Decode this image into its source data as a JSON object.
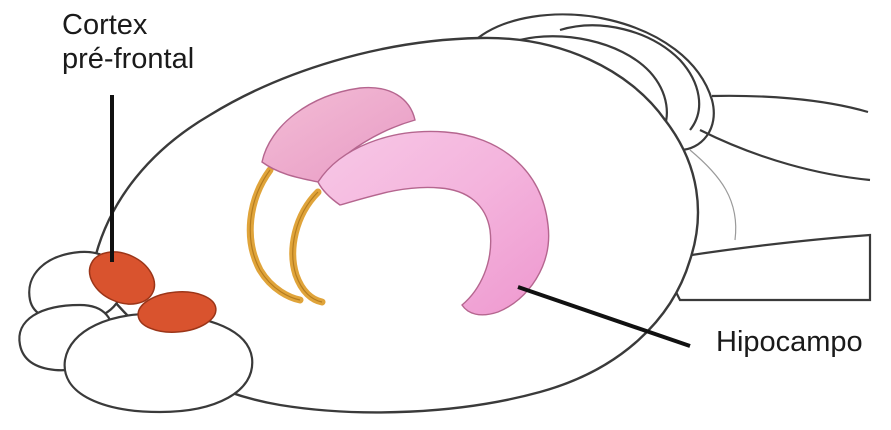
{
  "labels": {
    "prefrontal_line1": "Cortex",
    "prefrontal_line2": "pré-frontal",
    "hippocampus": "Hipocampo"
  },
  "colors": {
    "prefrontal": "#d9532e",
    "hippocampus": "#f2a9d6",
    "fornix": "#e0a43a",
    "outline": "#3a3a3a",
    "leader": "#111111"
  }
}
